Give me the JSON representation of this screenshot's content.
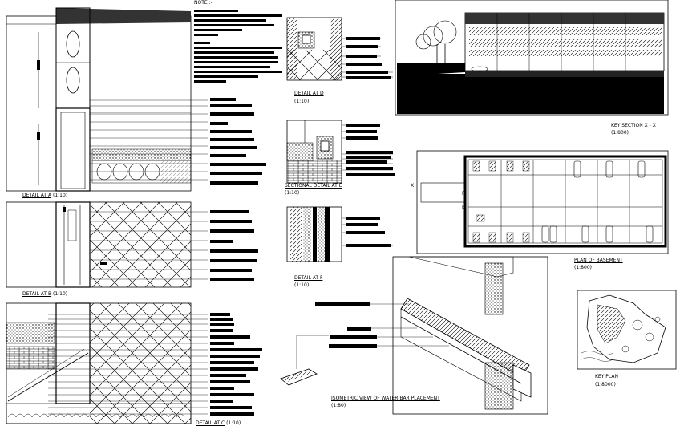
{
  "note_heading": "NOTE :-",
  "details": {
    "a": {
      "title": "DETAIL AT A",
      "scale": "(1:10)"
    },
    "b": {
      "title": "DETAIL AT B",
      "scale": "(1:10)"
    },
    "c": {
      "title": "DETAIL AT C",
      "scale": "(1:10)"
    },
    "d": {
      "title": "DETAIL AT D",
      "scale": "(1:10)"
    },
    "e": {
      "title": "SECTIONAL DETAIL AT E",
      "scale": "(1:10)"
    },
    "f": {
      "title": "DETAIL AT F",
      "scale": "(1:10)"
    }
  },
  "key_section": {
    "title": "KEY SECTION X - X",
    "scale": "(1:800)"
  },
  "basement": {
    "title": "PLAN OF BASEMENT",
    "scale": "(1:800)"
  },
  "isometric": {
    "title": "ISOMETRIC VIEW OF WATER BAR PLACEMENT",
    "scale": "(1:80)"
  },
  "key_plan": {
    "title": "KEY PLAN",
    "scale": "(1:8000)"
  },
  "markers": {
    "f": "F",
    "e": "E",
    "x": "X"
  }
}
